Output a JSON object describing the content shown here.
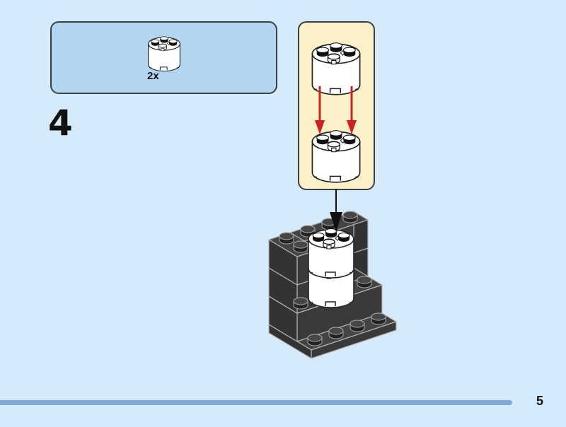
{
  "parts_list": {
    "items": [
      {
        "part": "round-brick-2x2-white",
        "quantity": "2x"
      }
    ]
  },
  "step_number": "4",
  "page_number": "5",
  "colors": {
    "background": "#d5ebfb",
    "parts_box": "#b2d6f2",
    "callout": "#fcf0c8",
    "arrow_red": "#cc2222",
    "brick_black": "#3a3a3a",
    "progress_bar": "#82a7d9"
  }
}
